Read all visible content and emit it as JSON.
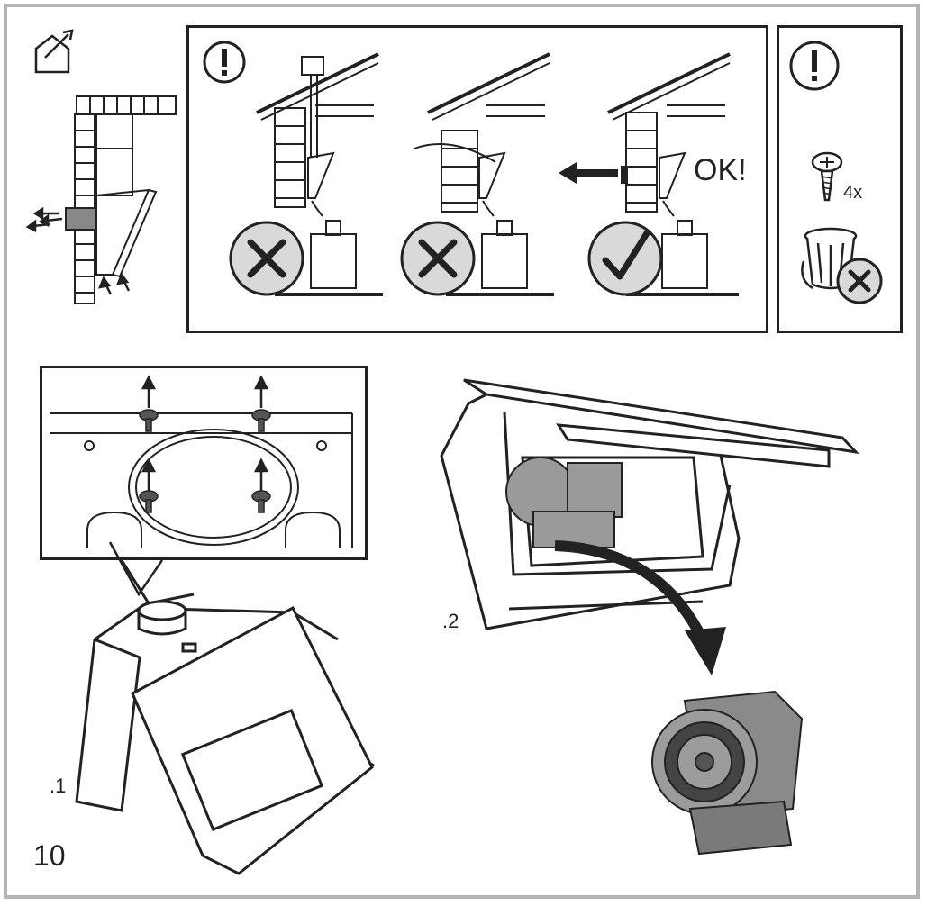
{
  "page": {
    "page_number": "10",
    "ok_text": "OK!",
    "screw_count": "4x",
    "step_1_label": ".1",
    "step_2_label": ".2"
  },
  "icons": {
    "house_vent": "house-outlet-icon",
    "warning": "warning-icon",
    "forbidden": "cross-icon",
    "allowed": "check-icon",
    "screw": "screw-icon",
    "bin": "trash-bin-icon"
  },
  "colors": {
    "frame": "#b5b5b5",
    "line": "#222222",
    "badge": "#d9d9d9",
    "motor": "#8a8a8a"
  }
}
